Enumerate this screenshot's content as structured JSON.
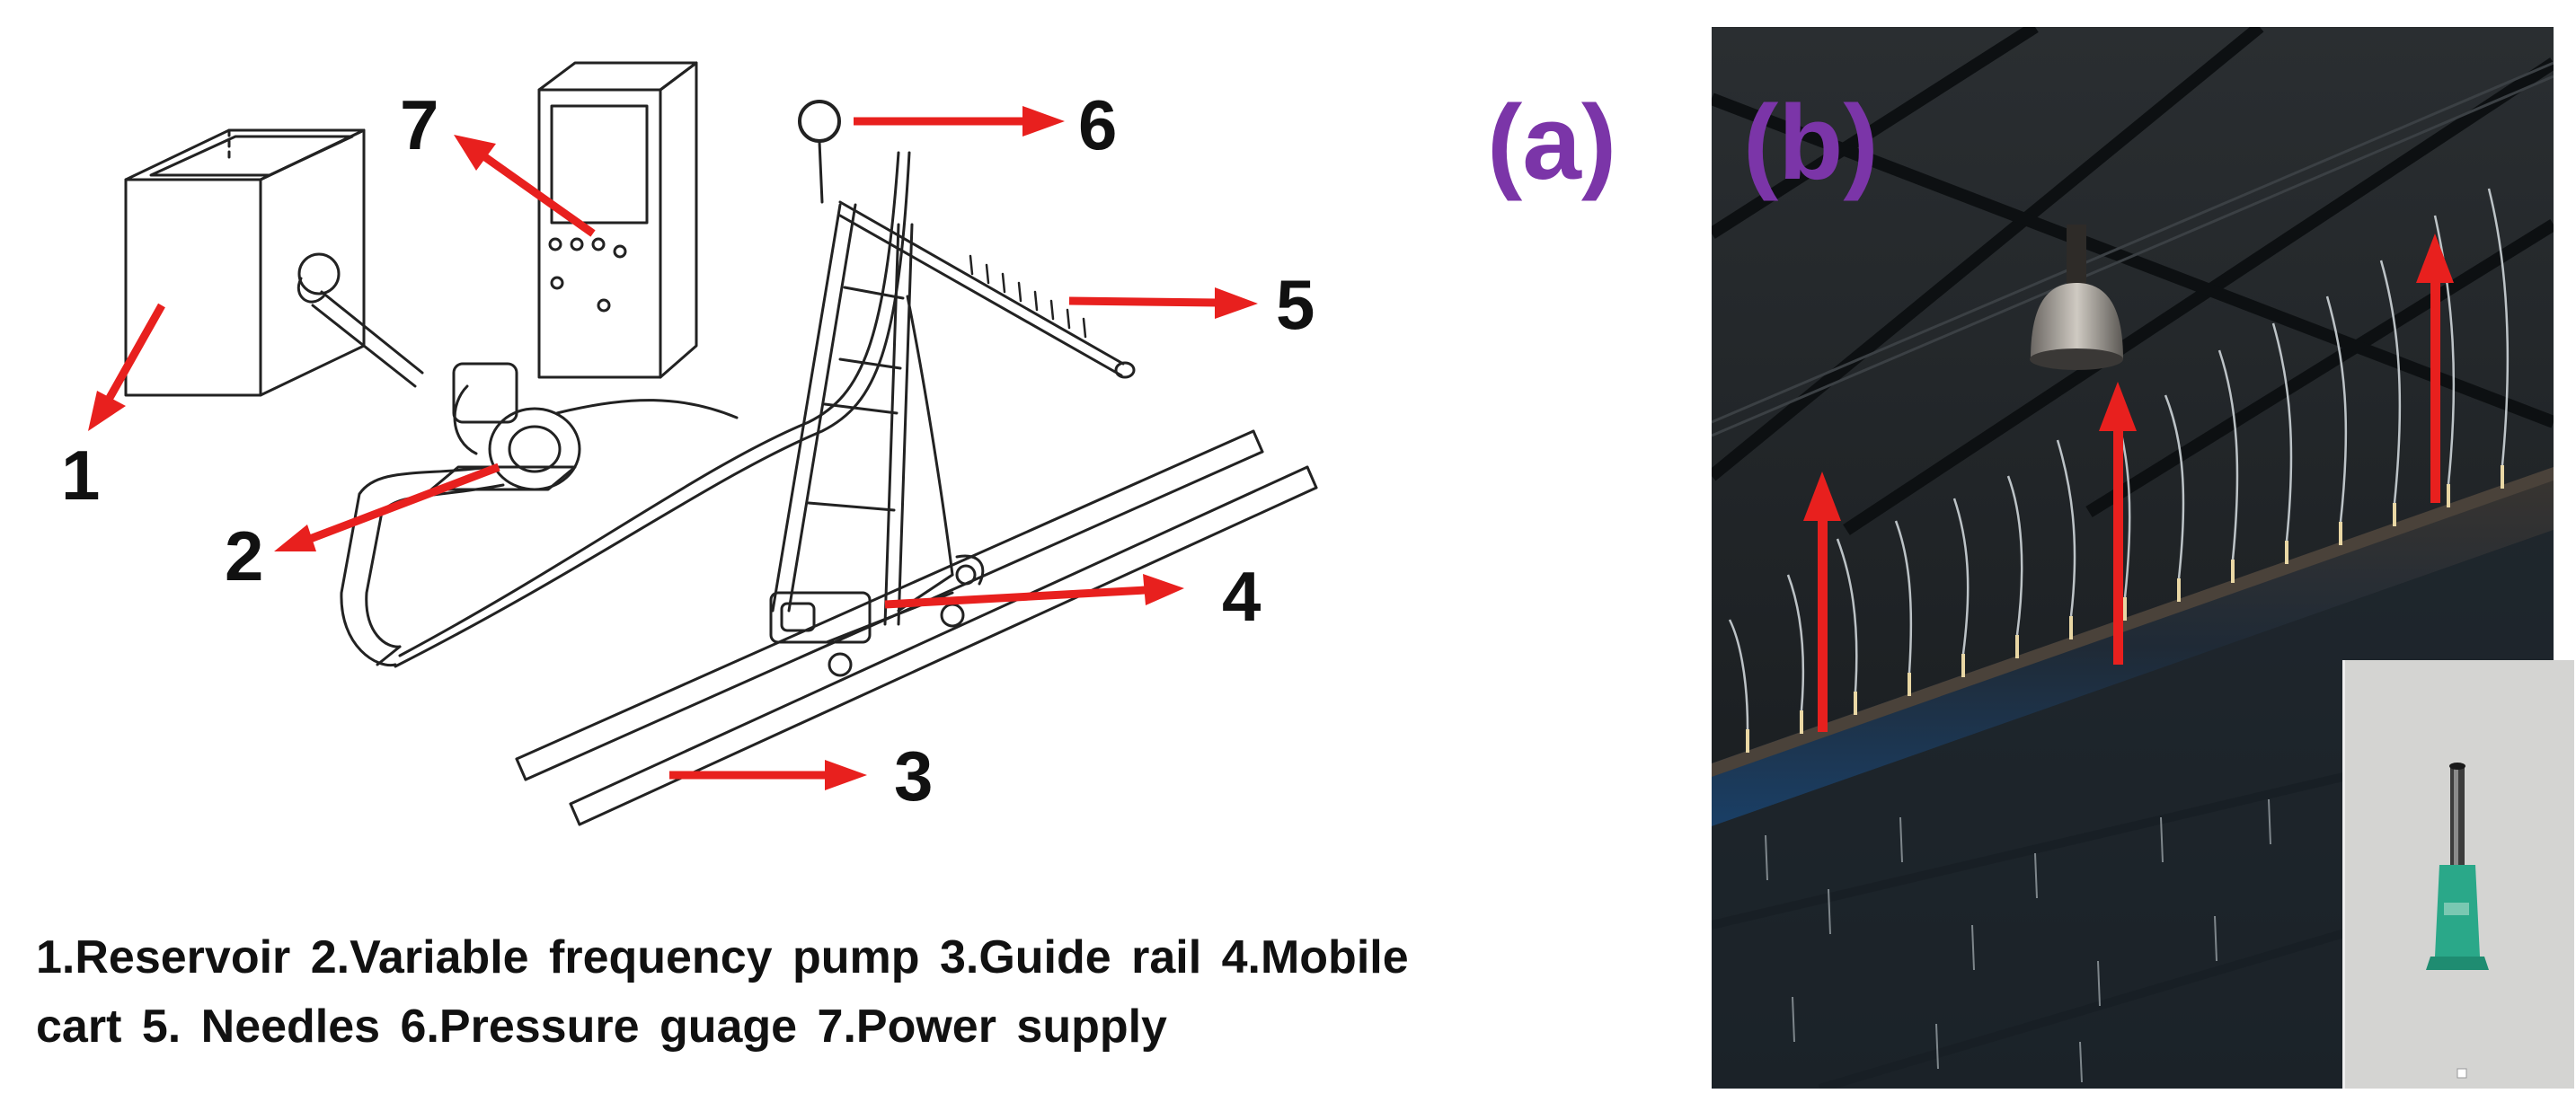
{
  "panels": {
    "a": "(a)",
    "b": "(b)"
  },
  "callouts": [
    "1",
    "2",
    "3",
    "4",
    "5",
    "6",
    "7"
  ],
  "caption": {
    "line1": "1.Reservoir 2.Variable frequency pump 3.Guide rail 4.Mobile",
    "line2": "cart 5. Needles 6.Pressure guage 7.Power supply"
  },
  "colors": {
    "arrow": "#e8201e",
    "panel_label": "#7b35a8",
    "line_art": "#222222",
    "photo_background": "#1c2023",
    "needle_hub": "#2aa889"
  }
}
